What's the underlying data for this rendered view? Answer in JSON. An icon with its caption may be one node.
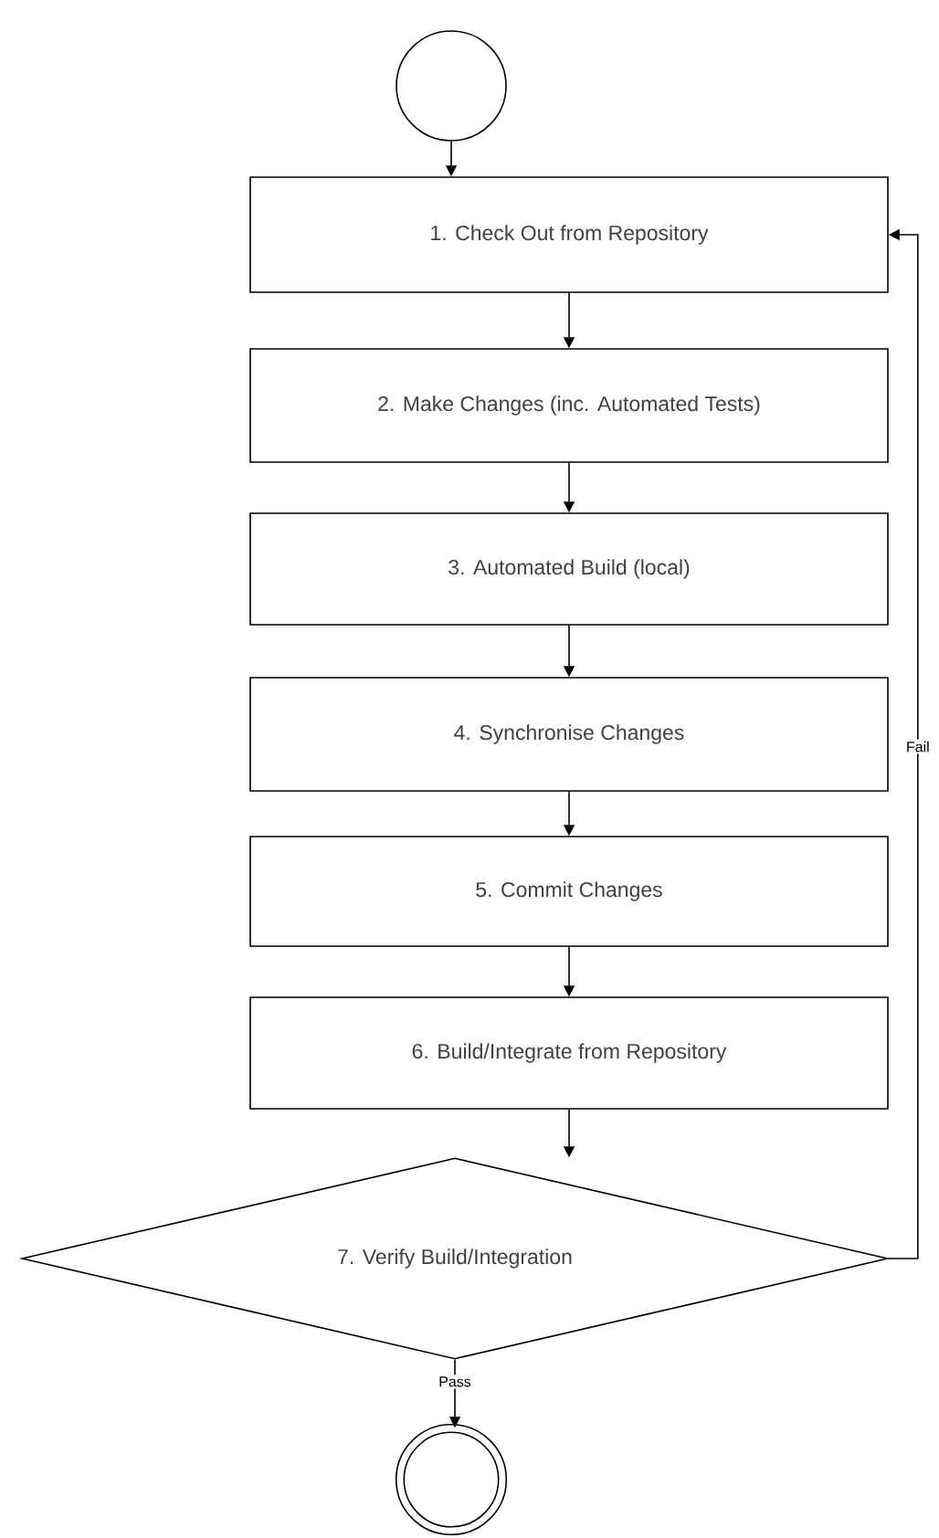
{
  "diagram": {
    "nodes": [
      {
        "text": [],
        "shape": "circle"
      },
      {
        "text": [
          "1. Check Out from Repository"
        ]
      },
      {
        "text": [
          "2. Make Changes (inc. Automated Tests)"
        ]
      },
      {
        "text": [
          "3. Automated Build (local)"
        ]
      },
      {
        "text": [
          "4. Synchronise Changes"
        ]
      },
      {
        "text": [
          "5. Commit Changes"
        ]
      },
      {
        "text": [
          "6. Build/Integrate from Repository"
        ]
      },
      {
        "text": [
          "7. Verify Build/Integration"
        ]
      },
      {
        "text": [],
        "shape": "circle"
      }
    ],
    "edges": [
      {
        "from": 0,
        "to": 1,
        "arrow": "to"
      },
      {
        "from": 1,
        "to": 2,
        "arrow": "to"
      },
      {
        "from": 2,
        "to": 3,
        "arrow": "to"
      },
      {
        "from": 3,
        "to": 4,
        "arrow": "to"
      },
      {
        "from": 4,
        "to": 5,
        "arrow": "to"
      },
      {
        "from": 5,
        "to": 6,
        "arrow": "to"
      },
      {
        "from": 6,
        "to": 7,
        "arrow": "to"
      },
      {
        "from": 7,
        "to": 8,
        "label": "Pass",
        "arrow": "to"
      },
      {
        "from": 7,
        "to": 1,
        "label": "Fail",
        "arrow": "to"
      }
    ]
  }
}
